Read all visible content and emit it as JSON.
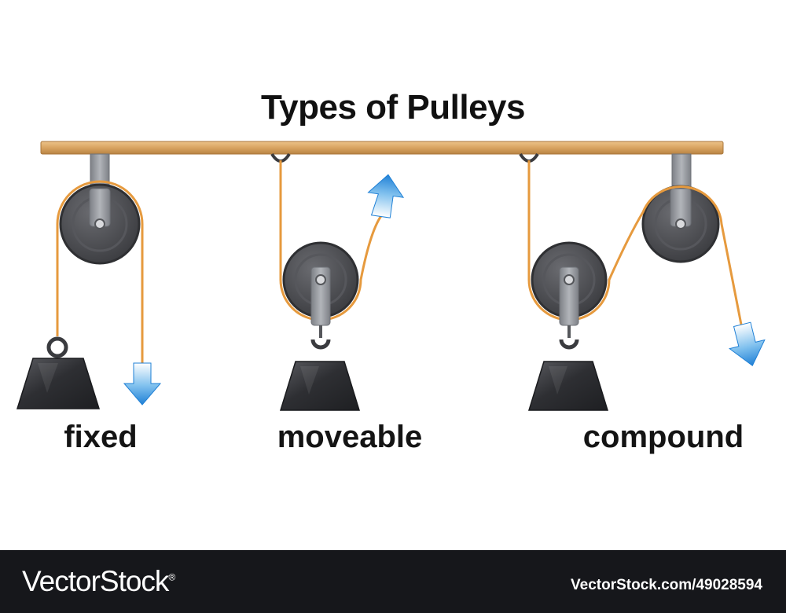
{
  "title": "Types of Pulleys",
  "labels": {
    "fixed": "fixed",
    "moveable": "moveable",
    "compound": "compound"
  },
  "footer": {
    "brand": "VectorStock",
    "registered": "®",
    "stock_id": "VectorStock.com/49028594"
  },
  "colors": {
    "beam": "#d9a462",
    "rope": "#e69a3e",
    "wheel": "#4a4b4f",
    "wheel_rim": "#333437",
    "bracket": "#8d9096",
    "weight": "#2b2c2f",
    "arrow": "#2e8fdc",
    "footer_bg": "#16171b"
  }
}
